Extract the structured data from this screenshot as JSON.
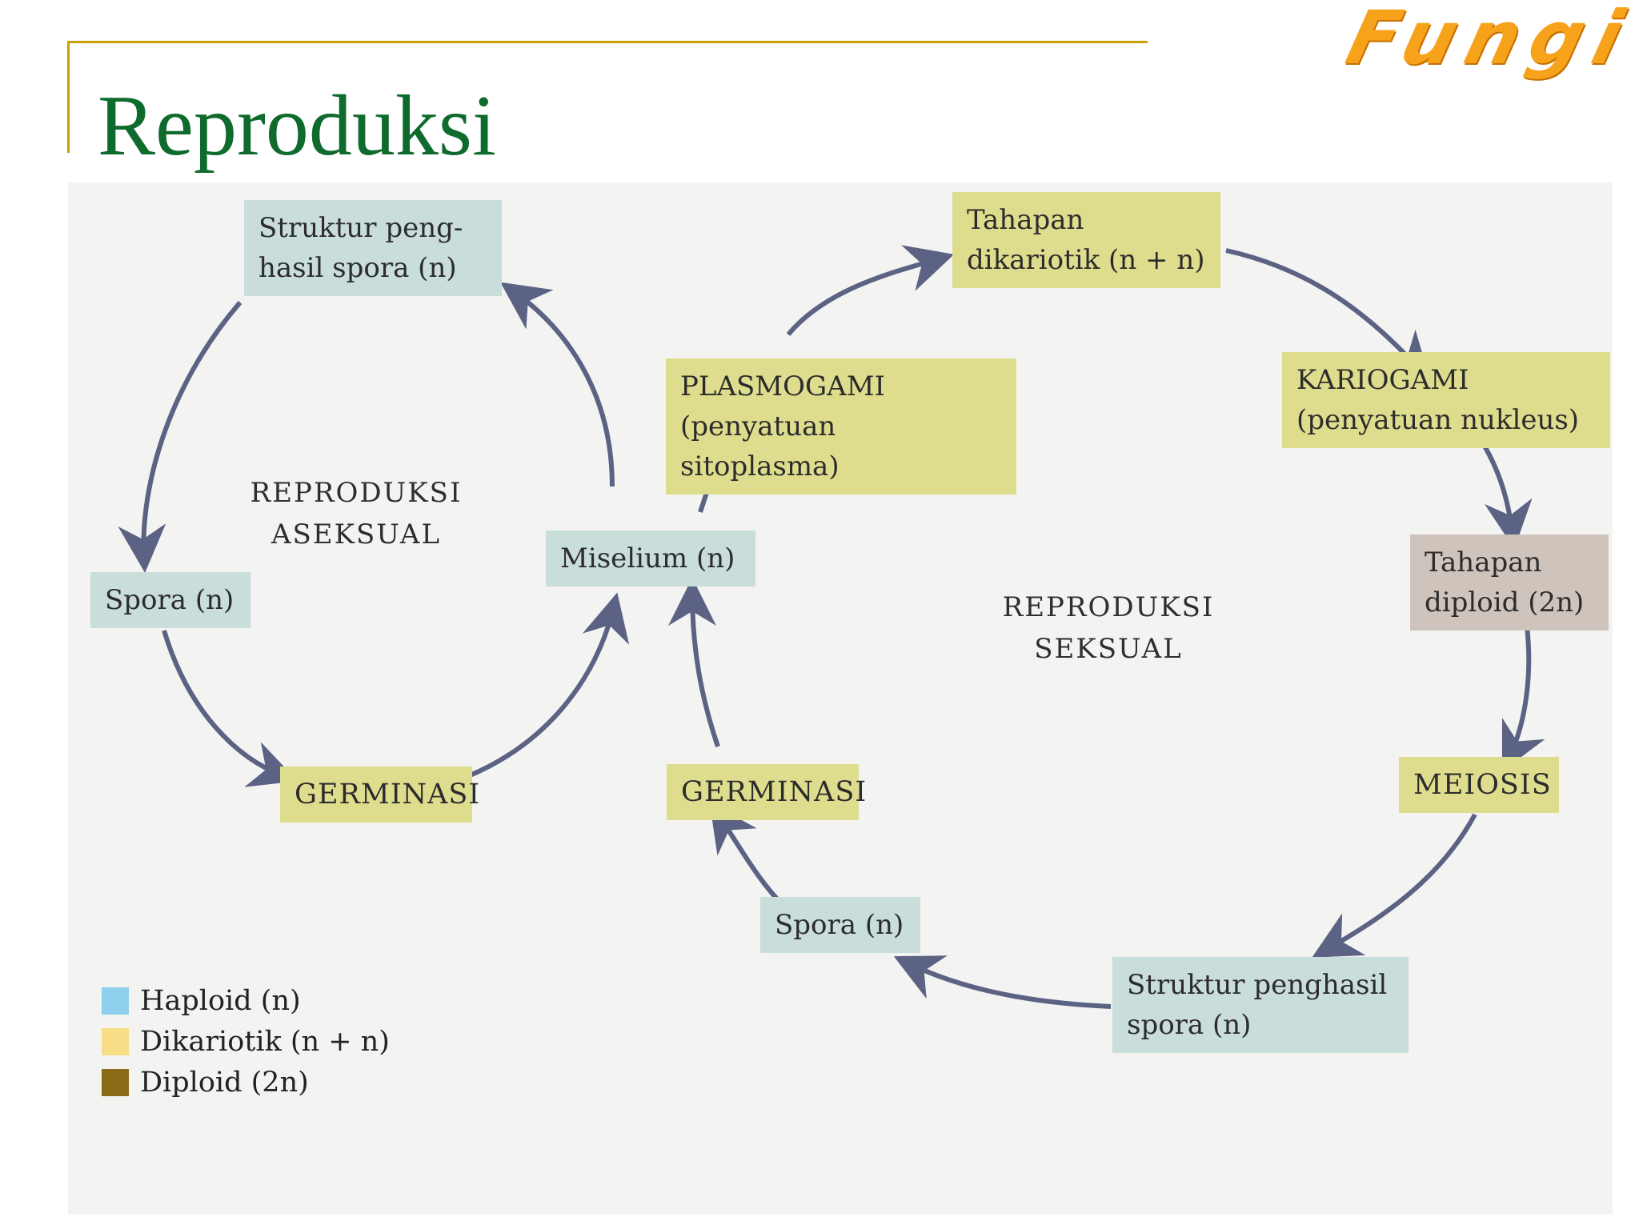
{
  "header": {
    "brand": "Fungi",
    "title": "Reproduksi"
  },
  "diagram": {
    "nodes": {
      "struktur_aseksual": "Struktur peng-\nhasil spora (n)",
      "spora_aseksual": "Spora (n)",
      "germinasi_aseksual": "GERMINASI",
      "miselium": "Miselium (n)",
      "plasmogami": "PLASMOGAMI\n(penyatuan sitoplasma)",
      "dikariotik": "Tahapan\ndikariotik (n + n)",
      "kariogami": "KARIOGAMI\n(penyatuan nukleus)",
      "diploid": "Tahapan\ndiploid (2n)",
      "meiosis": "MEIOSIS",
      "struktur_seksual": "Struktur penghasil\nspora (n)",
      "spora_seksual": "Spora (n)",
      "germinasi_seksual": "GERMINASI"
    },
    "labels": {
      "aseksual": "REPRODUKSI\nASEKSUAL",
      "seksual": "REPRODUKSI\nSEKSUAL"
    },
    "legend": [
      {
        "label": "Haploid (n)",
        "color": "#8fd0ec"
      },
      {
        "label": "Dikariotik (n + n)",
        "color": "#f6dd86"
      },
      {
        "label": "Diploid (2n)",
        "color": "#8a6a14"
      }
    ],
    "colors": {
      "haploid_box": "#c9ddda",
      "dikariotik_box": "#dedd8e",
      "diploid_box": "#cfc4bc",
      "arrow": "#5b6283"
    }
  }
}
